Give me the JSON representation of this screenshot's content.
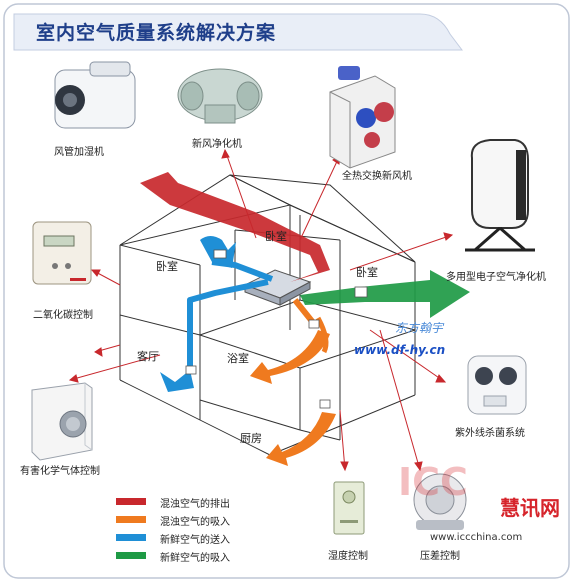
{
  "title": "室内空气质量系统解决方案",
  "devices": {
    "duct_humidifier": "风管加湿机",
    "fresh_air_purifier": "新风净化机",
    "heat_exchange_ventilator": "全热交换新风机",
    "multi_air_purifier": "多用型电子空气净化机",
    "co2_control": "二氧化碳控制",
    "uv_sterilizer": "紫外线杀菌系统",
    "harmful_gas_control": "有害化学气体控制",
    "humidity_control": "湿度控制",
    "pressure_control": "压差控制"
  },
  "rooms": {
    "bedroom_left": "卧室",
    "bedroom_top": "卧室",
    "bedroom_right": "卧室",
    "living_room": "客厅",
    "bathroom": "浴室",
    "kitchen": "厨房"
  },
  "legend": [
    {
      "label": "混浊空气的排出",
      "color": "#c8282d"
    },
    {
      "label": "混浊空气的吸入",
      "color": "#ef7a1f"
    },
    {
      "label": "新鲜空气的送入",
      "color": "#1f8fd6"
    },
    {
      "label": "新鲜空气的吸入",
      "color": "#1e9a45"
    }
  ],
  "watermarks": {
    "site": "www.df-hy.cn",
    "brand": "东方翰宇",
    "logo": "慧讯网",
    "logo_site": "www.iccchina.com"
  }
}
